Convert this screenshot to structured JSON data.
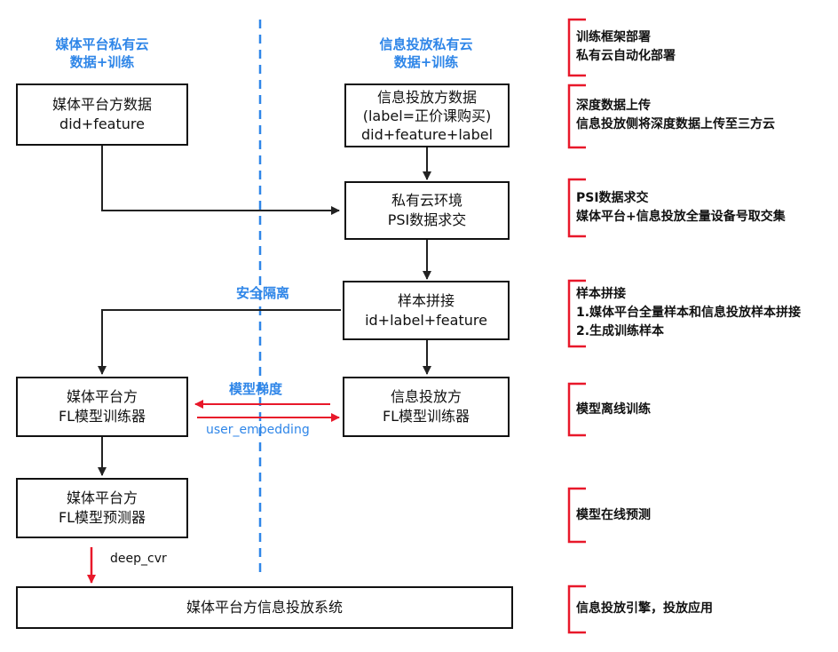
{
  "headers": {
    "left": [
      "媒体平台私有云",
      "数据+训练"
    ],
    "right": [
      "信息投放私有云",
      "数据+训练"
    ]
  },
  "boxes": {
    "media_data": [
      "媒体平台方数据",
      "did+feature"
    ],
    "ad_data": [
      "信息投放方数据",
      "(label=正价课购买)",
      "did+feature+label"
    ],
    "psi": [
      "私有云环境",
      "PSI数据求交"
    ],
    "sample_join": [
      "样本拼接",
      "id+label+feature"
    ],
    "media_trainer": [
      "媒体平台方",
      "FL模型训练器"
    ],
    "ad_trainer": [
      "信息投放方",
      "FL模型训练器"
    ],
    "media_predictor": [
      "媒体平台方",
      "FL模型预测器"
    ],
    "system": "媒体平台方信息投放系统"
  },
  "labels": {
    "security_isolation": "安全隔离",
    "model_gradient": "模型梯度",
    "user_embedding": "user_embedding",
    "deep_cvr": "deep_cvr"
  },
  "notes": [
    [
      "训练框架部署",
      "私有云自动化部署"
    ],
    [
      "深度数据上传",
      "信息投放侧将深度数据上传至三方云"
    ],
    [
      "PSI数据求交",
      "媒体平台+信息投放全量设备号取交集"
    ],
    [
      "样本拼接",
      "1.媒体平台全量样本和信息投放样本拼接",
      "2.生成训练样本"
    ],
    [
      "模型离线训练"
    ],
    [
      "模型在线预测"
    ],
    [
      "信息投放引擎，投放应用"
    ]
  ],
  "colors": {
    "accent_blue": "#2f86e8",
    "arrow_red": "#e8182a",
    "bracket_red": "#e8182a",
    "line": "#111111"
  }
}
